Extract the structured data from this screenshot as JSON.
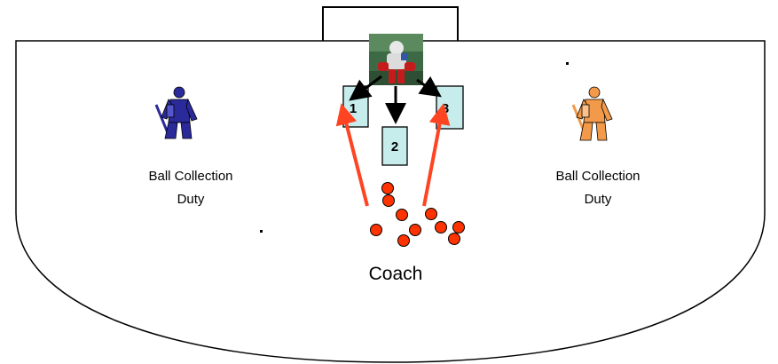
{
  "diagram": {
    "left_label_line1": "Ball Collection",
    "left_label_line2": "Duty",
    "right_label_line1": "Ball Collection",
    "right_label_line2": "Duty",
    "coach_label": "Coach",
    "zones": [
      {
        "number": "1"
      },
      {
        "number": "2"
      },
      {
        "number": "3"
      }
    ],
    "colors": {
      "field_line": "#000000",
      "zone_fill": "#c6ecec",
      "ball_fill": "#ff3300",
      "shot_arrow": "#ff4422",
      "move_arrow": "#000000",
      "left_player": "#2a2a9a",
      "right_player": "#f39a4a"
    },
    "ball_count": 10
  }
}
